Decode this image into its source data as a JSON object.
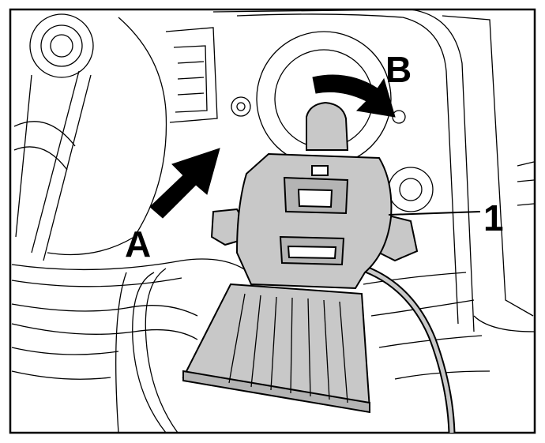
{
  "figure": {
    "labels": {
      "A": "A",
      "B": "B",
      "part_1": "1"
    },
    "colors": {
      "line": "#000000",
      "part_fill": "#c8c8c8",
      "background": "#ffffff"
    },
    "icons": {
      "arrow_a": "straight-push-arrow-icon",
      "arrow_b": "curved-rotate-arrow-icon"
    }
  }
}
